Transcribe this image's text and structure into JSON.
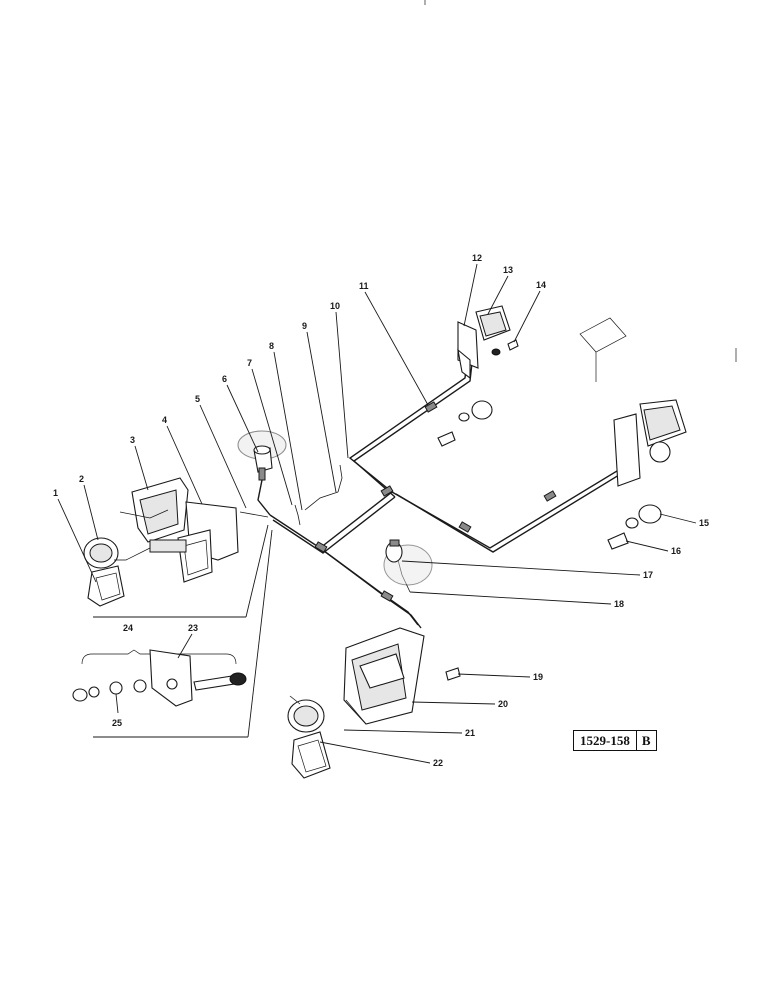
{
  "diagram": {
    "reference_number": "1529-158",
    "revision": "B",
    "callouts": [
      "1",
      "2",
      "3",
      "4",
      "5",
      "6",
      "7",
      "8",
      "9",
      "10",
      "11",
      "12",
      "13",
      "14",
      "15",
      "16",
      "17",
      "18",
      "19",
      "20",
      "21",
      "22",
      "23",
      "24",
      "25"
    ],
    "colors": {
      "ink": "#1a1a1a",
      "shade": "#e6e6e6",
      "paper": "#ffffff"
    }
  }
}
